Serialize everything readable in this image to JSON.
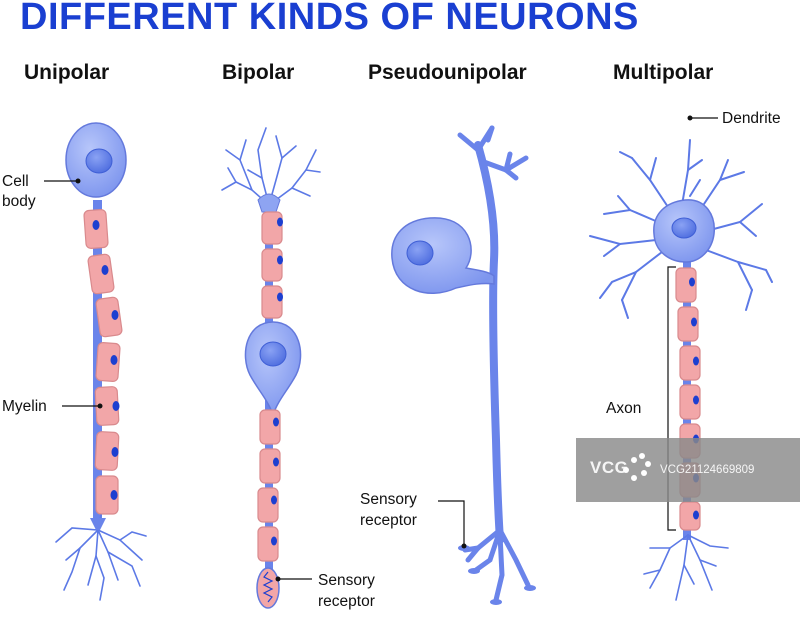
{
  "title": "DIFFERENT KINDS OF NEURONS",
  "columns": {
    "unipolar": "Unipolar",
    "bipolar": "Bipolar",
    "pseudounipolar": "Pseudounipolar",
    "multipolar": "Multipolar"
  },
  "labels": {
    "cell_body_line1": "Cell",
    "cell_body_line2": "body",
    "myelin": "Myelin",
    "dendrite": "Dendrite",
    "axon": "Axon",
    "sensory_receptor_line1": "Sensory",
    "sensory_receptor_line2": "receptor",
    "sensory_receptor2_line1": "Sensory",
    "sensory_receptor2_line2": "receptor"
  },
  "watermark": {
    "brand": "VCG",
    "id_text": "VCG21124669809"
  },
  "colors": {
    "title": "#1a3fd1",
    "cell_fill": "#8ea4f2",
    "cell_edge": "#6479dc",
    "nucleus": "#5e7ce6",
    "axon": "#6a84ea",
    "myelin": "#f2a6a8",
    "myelin_edge": "#d98a8d",
    "node_dot": "#1d3fd0",
    "watermark_bg": "#8a8a8a"
  }
}
